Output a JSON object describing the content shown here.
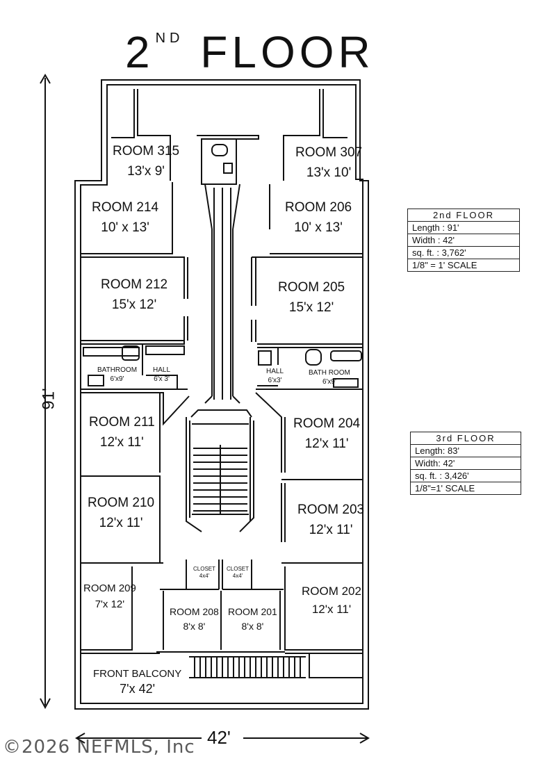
{
  "title": {
    "main": "2",
    "sup": "ND",
    "rest": "FLOOR"
  },
  "rooms": [
    {
      "id": "room-315",
      "name": "ROOM 315",
      "dim": "13'x 9'"
    },
    {
      "id": "room-307",
      "name": "ROOM 307",
      "dim": "13'x 10'"
    },
    {
      "id": "room-214",
      "name": "ROOM 214",
      "dim": "10' x 13'"
    },
    {
      "id": "room-206",
      "name": "ROOM 206",
      "dim": "10' x 13'"
    },
    {
      "id": "room-212",
      "name": "ROOM 212",
      "dim": "15'x 12'"
    },
    {
      "id": "room-205",
      "name": "ROOM 205",
      "dim": "15'x 12'"
    },
    {
      "id": "room-211",
      "name": "ROOM 211",
      "dim": "12'x 11'"
    },
    {
      "id": "room-204",
      "name": "ROOM 204",
      "dim": "12'x 11'"
    },
    {
      "id": "room-210",
      "name": "ROOM 210",
      "dim": "12'x 11'"
    },
    {
      "id": "room-203",
      "name": "ROOM 203",
      "dim": "12'x 11'"
    },
    {
      "id": "room-209",
      "name": "ROOM 209",
      "dim": "7'x 12'"
    },
    {
      "id": "room-202",
      "name": "ROOM 202",
      "dim": "12'x 11'"
    },
    {
      "id": "room-208",
      "name": "ROOM 208",
      "dim": "8'x 8'"
    },
    {
      "id": "room-201",
      "name": "ROOM 201",
      "dim": "8'x 8'"
    },
    {
      "id": "front-balcony",
      "name": "FRONT BALCONY",
      "dim": "7'x 42'"
    }
  ],
  "small_labels": {
    "bath_left": "BATHROOM",
    "bath_left_dim": "6'x9'",
    "hall_left": "HALL",
    "hall_left_dim": "6'x 3'",
    "hall_right": "HALL",
    "hall_right_dim": "6'x3'",
    "bath_right": "BATH ROOM",
    "bath_right_dim": "6'x9'",
    "closet_left": "CLOSET",
    "closet_left_dim": "4x4'",
    "closet_right": "CLOSET",
    "closet_right_dim": "4x4'"
  },
  "second_floor_table": {
    "head": "2nd FLOOR",
    "rows": [
      "Length :  91'",
      "Width :  42'",
      "sq. ft. : 3,762'",
      "1/8\" = 1'  SCALE"
    ]
  },
  "third_floor_table": {
    "head": "3rd FLOOR",
    "rows": [
      "Length: 83'",
      "Width: 42'",
      "sq. ft. : 3,426'",
      "1/8\"=1'  SCALE"
    ]
  },
  "dimensions": {
    "height": "91'",
    "width": "42'"
  },
  "copyright": "©2026 NEFMLS, Inc"
}
